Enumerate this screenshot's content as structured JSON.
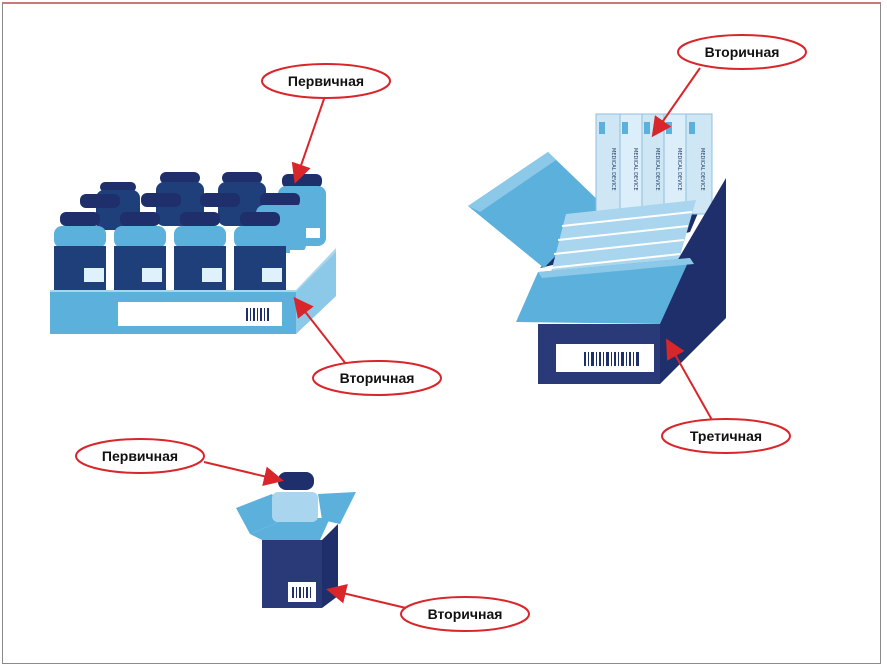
{
  "labels": {
    "top_left_primary": "Первичная",
    "top_left_secondary": "Вторичная",
    "box_secondary": "Вторичная",
    "box_tertiary": "Третичная",
    "single_primary": "Первичная",
    "single_secondary": "Вторичная"
  },
  "carton_text": "MEDICAL DEVICE",
  "colors": {
    "callout_border": "#d8262b",
    "arrow": "#d8262b",
    "navy": "#1f2f6b",
    "light_blue": "#5bb0dc",
    "pale_blue": "#a9d6ee"
  }
}
